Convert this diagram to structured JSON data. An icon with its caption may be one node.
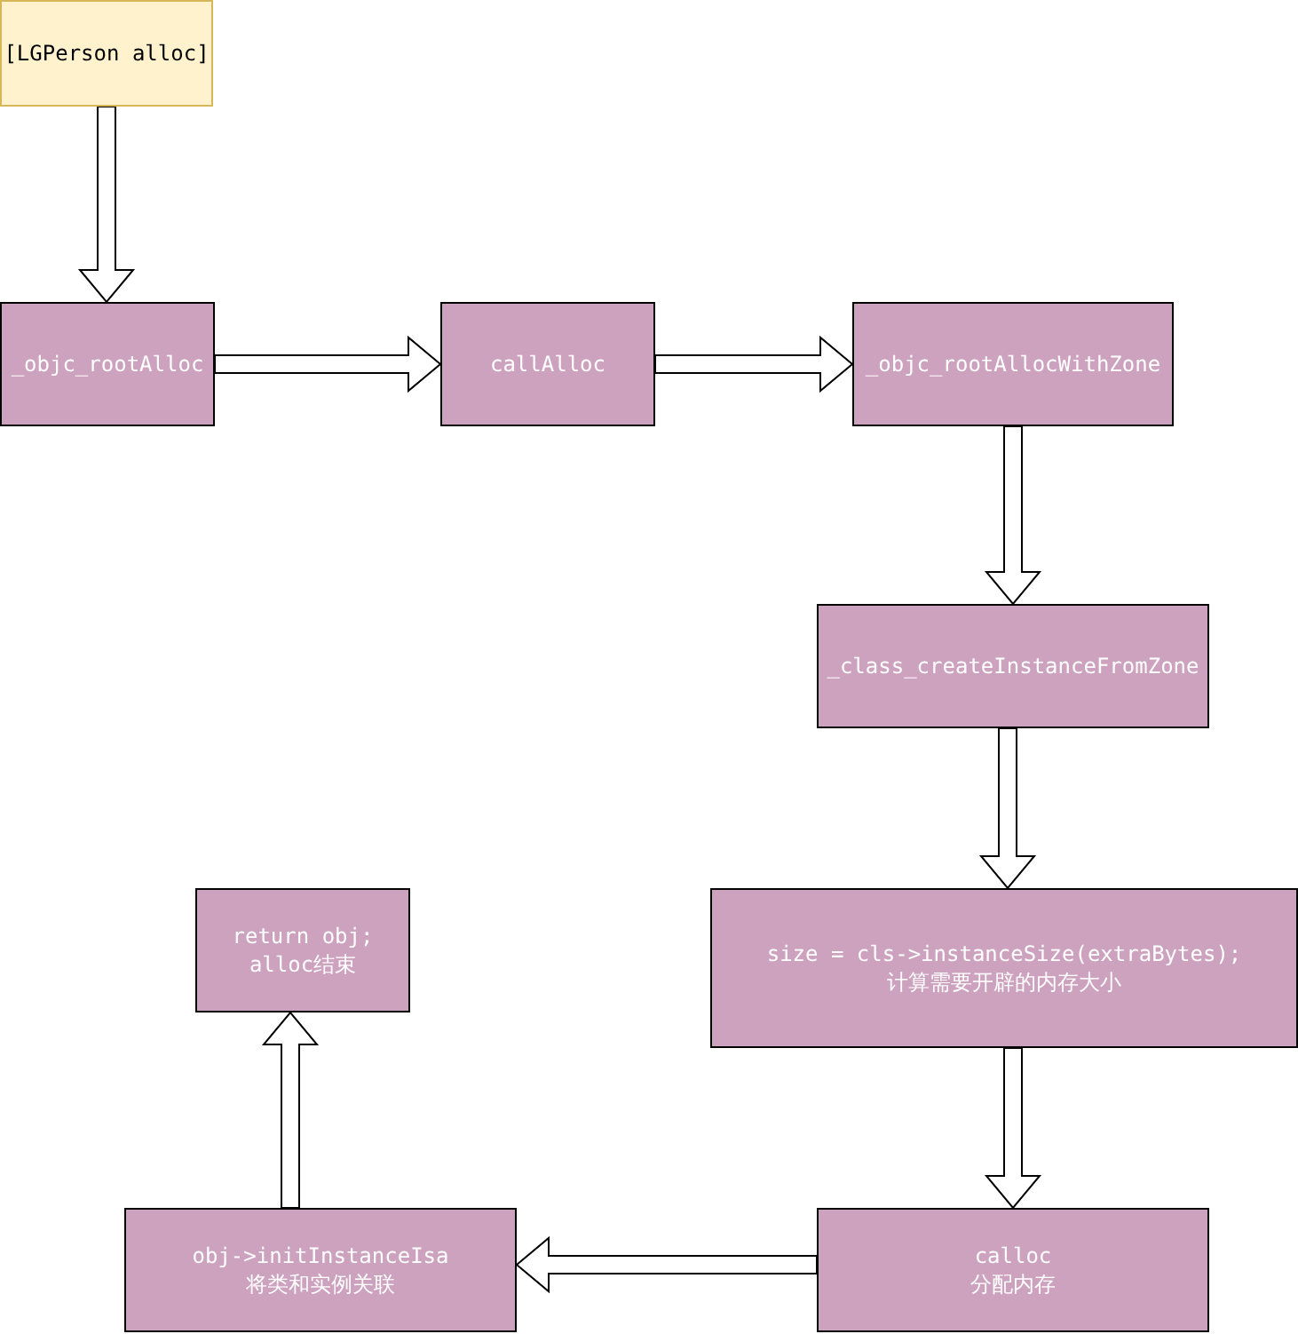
{
  "diagram": {
    "nodes": [
      {
        "text": [
          "[LGPerson alloc]"
        ]
      },
      {
        "text": [
          "_objc_rootAlloc"
        ]
      },
      {
        "text": [
          "callAlloc"
        ]
      },
      {
        "text": [
          "_objc_rootAllocWithZone"
        ]
      },
      {
        "text": [
          "_class_createInstanceFromZone"
        ]
      },
      {
        "text": [
          "size = cls->instanceSize(extraBytes);",
          "计算需要开辟的内存大小"
        ]
      },
      {
        "text": [
          "calloc",
          "分配内存"
        ]
      },
      {
        "text": [
          "obj->initInstanceIsa",
          "将类和实例关联"
        ]
      },
      {
        "text": [
          "return obj;",
          "alloc结束"
        ]
      }
    ],
    "edges": [
      {
        "from": 0,
        "to": 1,
        "arrow": "to"
      },
      {
        "from": 1,
        "to": 2,
        "arrow": "to"
      },
      {
        "from": 2,
        "to": 3,
        "arrow": "to"
      },
      {
        "from": 3,
        "to": 4,
        "arrow": "to"
      },
      {
        "from": 4,
        "to": 5,
        "arrow": "to"
      },
      {
        "from": 5,
        "to": 6,
        "arrow": "to"
      },
      {
        "from": 6,
        "to": 7,
        "arrow": "to"
      },
      {
        "from": 7,
        "to": 8,
        "arrow": "to"
      }
    ]
  }
}
